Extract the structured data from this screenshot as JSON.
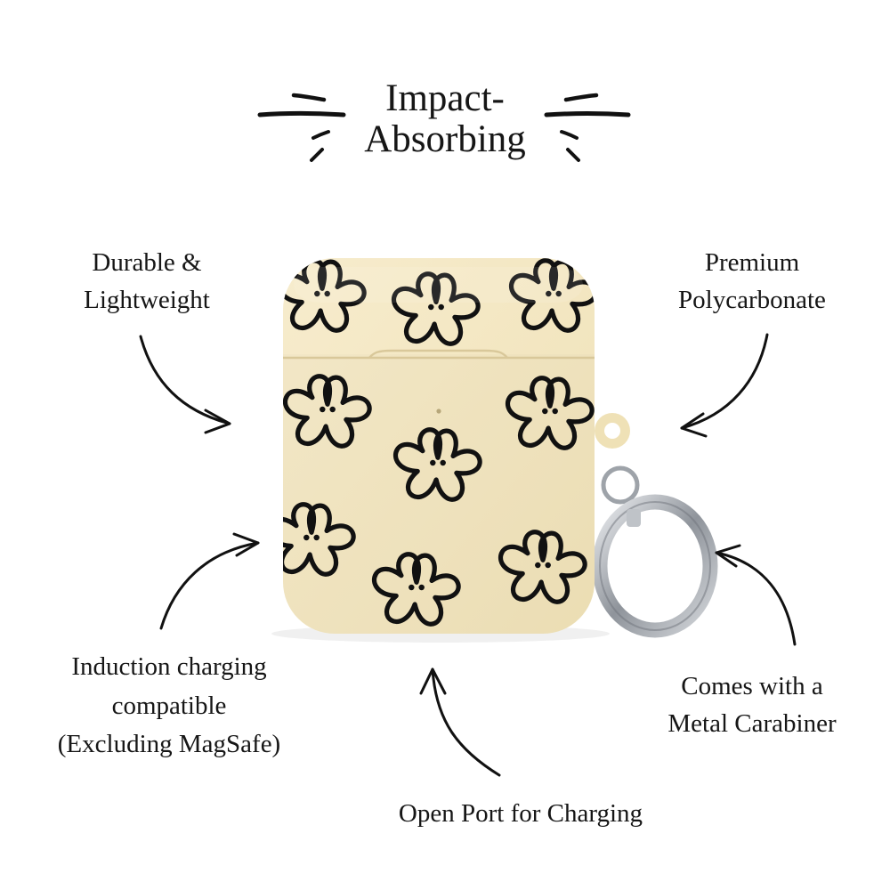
{
  "headline": {
    "line1": "Impact-",
    "line2": "Absorbing"
  },
  "features": {
    "durable": {
      "line1": "Durable &",
      "line2": "Lightweight"
    },
    "premium": {
      "line1": "Premium",
      "line2": "Polycarbonate"
    },
    "induction": {
      "line1": "Induction charging",
      "line2": "compatible",
      "line3": "(Excluding MagSafe)"
    },
    "carabiner": {
      "line1": "Comes with a",
      "line2": "Metal Carabiner"
    },
    "port": {
      "line1": "Open Port for Charging"
    }
  },
  "colors": {
    "background": "#ffffff",
    "case": "#f4e8c4",
    "case_shade": "#e6d6a6",
    "flower_outline": "#111111",
    "ink": "#161616",
    "metal": "#a9adb3"
  },
  "icons": [
    "arrow-icon",
    "flower-pattern",
    "carabiner-icon",
    "emphasis-stroke-icon"
  ]
}
